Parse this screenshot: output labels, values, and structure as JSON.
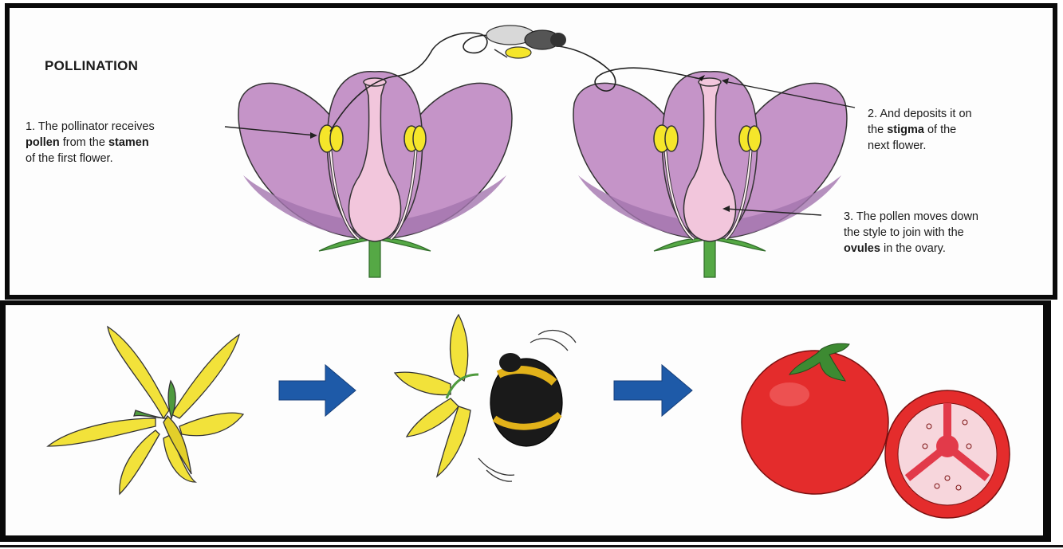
{
  "top_panel": {
    "title": "POLLINATION",
    "callout_1": {
      "p1": "1. The pollinator receives",
      "b1": "pollen",
      "p2": " from the ",
      "b2": "stamen",
      "p3": "of the first flower."
    },
    "callout_2": {
      "p1": "2. And deposits it on",
      "p2": "the ",
      "b1": "stigma",
      "p3": " of the",
      "p4": "next flower."
    },
    "callout_3": {
      "p1": "3. The pollen moves down",
      "p2": "the style to join with the",
      "b1": "ovules",
      "p3": " in the ovary."
    }
  },
  "colors": {
    "petal": "#c594c8",
    "petal_dark": "#a274ae",
    "pistil": "#f2c6dc",
    "anther": "#f5e62a",
    "stem": "#55a845",
    "panel_border": "#0a0a0a",
    "arrow": "#1e5aa8",
    "tomato": "#e42c2c",
    "yellow_flower": "#f2e23a"
  },
  "bottom_panel": {
    "sequence": [
      "tomato-flower",
      "bee-pollinating-flower",
      "tomato-fruit"
    ]
  }
}
